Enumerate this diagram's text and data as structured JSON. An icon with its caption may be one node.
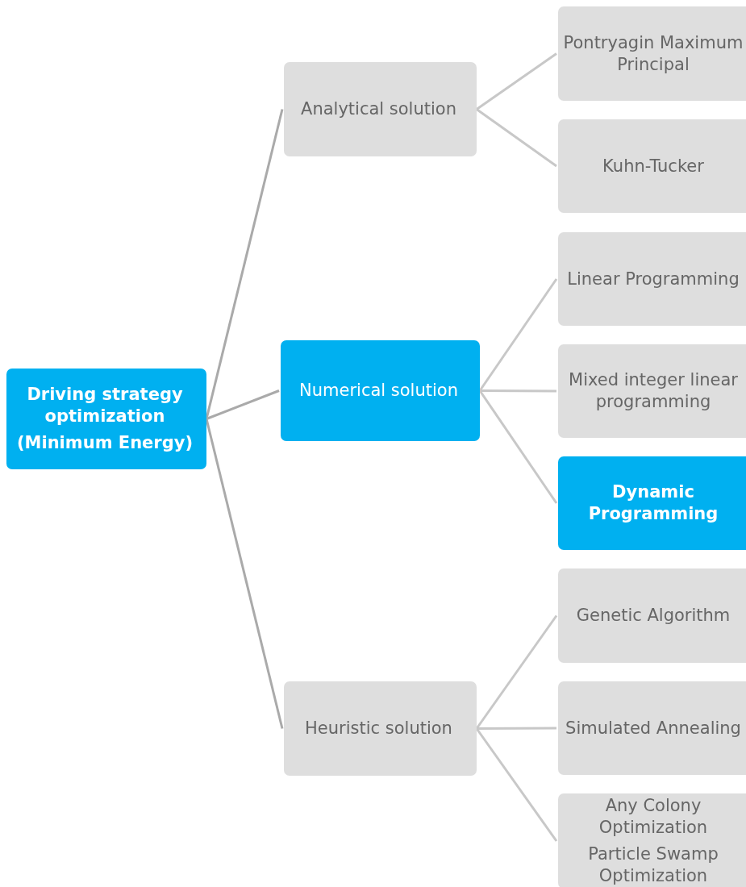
{
  "diagram": {
    "nodes": [
      {
        "text": [
          "Driving strategy optimization",
          "(Minimum Energy)"
        ]
      },
      {
        "text": [
          "Analytical solution"
        ]
      },
      {
        "text": [
          "Numerical solution"
        ]
      },
      {
        "text": [
          "Heuristic solution"
        ]
      },
      {
        "text": [
          "Pontryagin Maximum Principal"
        ]
      },
      {
        "text": [
          "Kuhn-Tucker"
        ]
      },
      {
        "text": [
          "Linear Programming"
        ]
      },
      {
        "text": [
          "Mixed integer linear programming"
        ]
      },
      {
        "text": [
          "Dynamic Programming"
        ]
      },
      {
        "text": [
          "Genetic Algorithm"
        ]
      },
      {
        "text": [
          "Simulated Annealing"
        ]
      },
      {
        "text": [
          "Any Colony Optimization",
          "Particle Swamp Optimization"
        ]
      }
    ],
    "edges": [
      {
        "from": 0,
        "to": 1,
        "arrow": "none"
      },
      {
        "from": 0,
        "to": 2,
        "arrow": "none"
      },
      {
        "from": 0,
        "to": 3,
        "arrow": "none"
      },
      {
        "from": 1,
        "to": 4,
        "arrow": "none"
      },
      {
        "from": 1,
        "to": 5,
        "arrow": "none"
      },
      {
        "from": 2,
        "to": 6,
        "arrow": "none"
      },
      {
        "from": 2,
        "to": 7,
        "arrow": "none"
      },
      {
        "from": 2,
        "to": 8,
        "arrow": "none"
      },
      {
        "from": 3,
        "to": 9,
        "arrow": "none"
      },
      {
        "from": 3,
        "to": 10,
        "arrow": "none"
      },
      {
        "from": 3,
        "to": 11,
        "arrow": "none"
      }
    ]
  }
}
